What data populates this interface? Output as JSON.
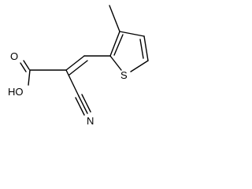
{
  "structure": {
    "atoms": {
      "hydroxyl": "HO",
      "carbonyl_oxygen": "O",
      "sulfur": "S",
      "nitrile_nitrogen": "N"
    }
  },
  "colors": {
    "background": "#ffffff",
    "bond": "#000000",
    "label": "#000000"
  }
}
